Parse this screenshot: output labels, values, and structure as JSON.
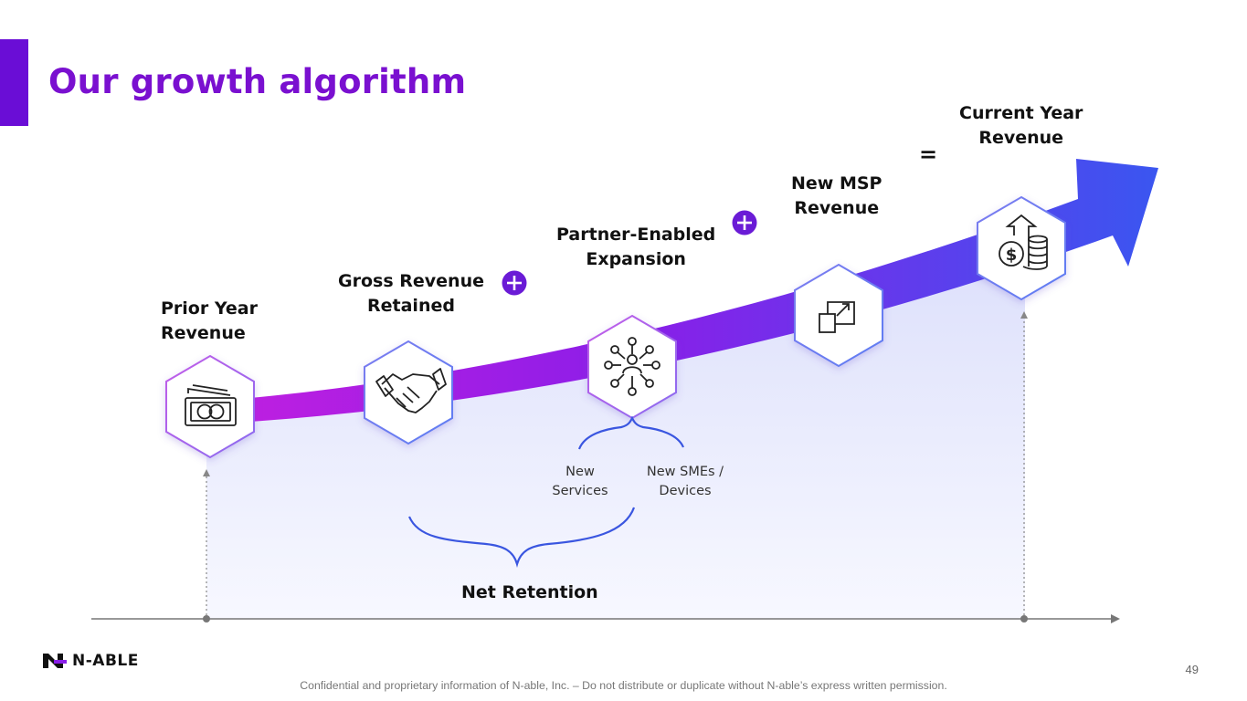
{
  "slide": {
    "title": "Our growth algorithm",
    "page_number": "49",
    "footer": "Confidential and proprietary information of N-able, Inc. – Do not distribute or duplicate without N-able’s express written permission.",
    "logo_text": "N-ABLE"
  },
  "colors": {
    "brand_purple": "#7a10d0",
    "arrow_start": "#b01de0",
    "arrow_end": "#3a56f0"
  },
  "steps": [
    {
      "label_line1": "Prior Year",
      "label_line2": "Revenue",
      "icon": "cash-icon"
    },
    {
      "label_line1": "Gross Revenue",
      "label_line2": "Retained",
      "icon": "handshake-icon"
    },
    {
      "label_line1": "Partner-Enabled",
      "label_line2": "Expansion",
      "icon": "network-icon"
    },
    {
      "label_line1": "New MSP",
      "label_line2": "Revenue",
      "icon": "expand-icon"
    },
    {
      "label_line1": "Current Year",
      "label_line2": "Revenue",
      "icon": "money-growth-icon"
    }
  ],
  "operators": {
    "plus": "+",
    "equals": "="
  },
  "expansion_parts": [
    {
      "line1": "New",
      "line2": "Services"
    },
    {
      "line1": "New SMEs /",
      "line2": "Devices"
    }
  ],
  "net_retention_label": "Net Retention"
}
